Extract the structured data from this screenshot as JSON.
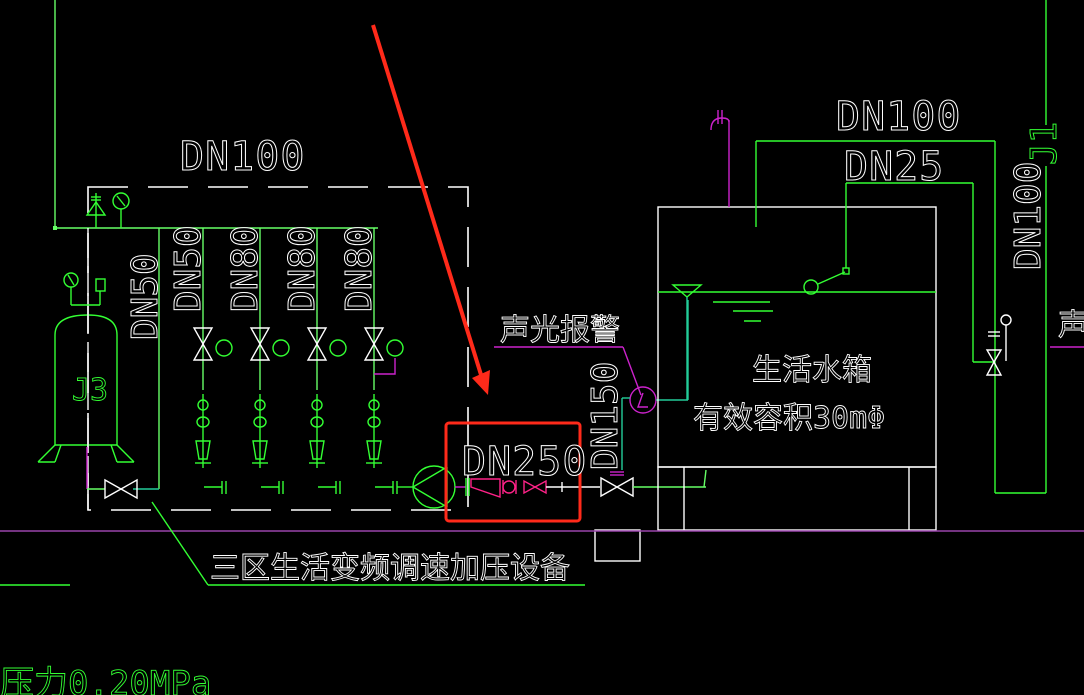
{
  "drawing": {
    "type": "CAD plumbing schematic",
    "background": "#000000",
    "colors": {
      "pipe_green": "#33ff33",
      "text_white": "#ffffff",
      "magenta": "#cc22cc",
      "pink": "#ff2288",
      "cyan": "#22cc99",
      "floor_line": "#9944aa",
      "highlight_red": "#ff2a1a"
    }
  },
  "labels": {
    "header_pipe_size": "DN100",
    "pressure_tank_pipe": "DN50",
    "pressure_tank_tag": "J3",
    "pump_branches": [
      "DN50",
      "DN80",
      "DN80",
      "DN80"
    ],
    "suction_main": "DN250",
    "alarm_pipe": "DN150",
    "alarm_label": "声光报警",
    "tank_inlet_size": "DN100",
    "tank_float_size": "DN25",
    "tank_name": "生活水箱",
    "tank_capacity": "有效容积30mΦ",
    "riser_size": "DN100",
    "riser_tag": "J1",
    "equipment_callout": "三区生活变频调速加压设备",
    "bottom_note": "压力0.20MPa",
    "right_edge_char": "声"
  },
  "annotations": {
    "highlight_box_target": "DN250",
    "arrow": "red-arrow-pointing-to-DN250"
  }
}
